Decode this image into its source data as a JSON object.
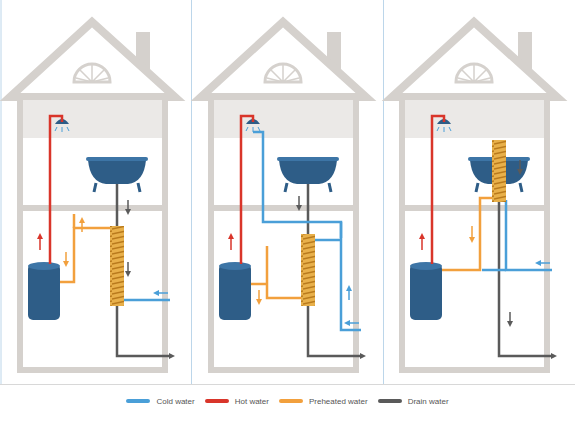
{
  "diagram": {
    "legend": [
      {
        "text": "Cold water",
        "color": "#4a9fd8"
      },
      {
        "text": "Hot water",
        "color": "#d9352a"
      },
      {
        "text": "Preheated water",
        "color": "#f2a03d"
      },
      {
        "text": "Drain water",
        "color": "#5a5a5a"
      }
    ]
  }
}
